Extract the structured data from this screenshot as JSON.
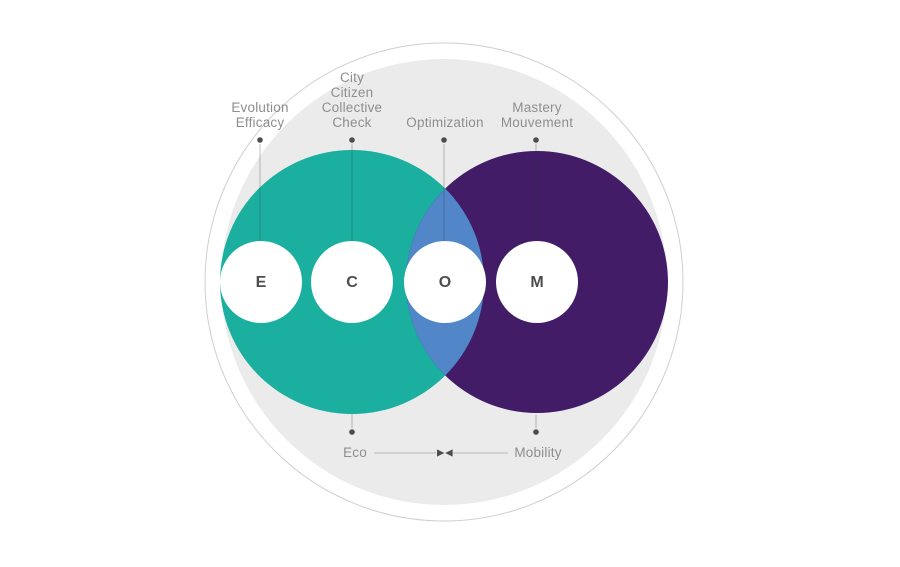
{
  "diagram": {
    "nodes": [
      {
        "letter": "E",
        "label": "Evolution\nEfficacy"
      },
      {
        "letter": "C",
        "label": "City\nCitizen\nCollective\nCheck"
      },
      {
        "letter": "O",
        "label": "Optimization"
      },
      {
        "letter": "M",
        "label": "Mastery\nMouvement"
      }
    ],
    "axis": {
      "left_label": "Eco",
      "right_label": "Mobility"
    },
    "colors": {
      "teal": "#1bafa0",
      "purple": "#421c67",
      "blue": "#5187c9",
      "background": "#ebebeb",
      "ring": "#cfcfcf",
      "label_text": "#8e8e8e",
      "letter_text": "#4d4d4f",
      "marker": "#4d4d4d",
      "connector": "#b9b9b9"
    }
  }
}
